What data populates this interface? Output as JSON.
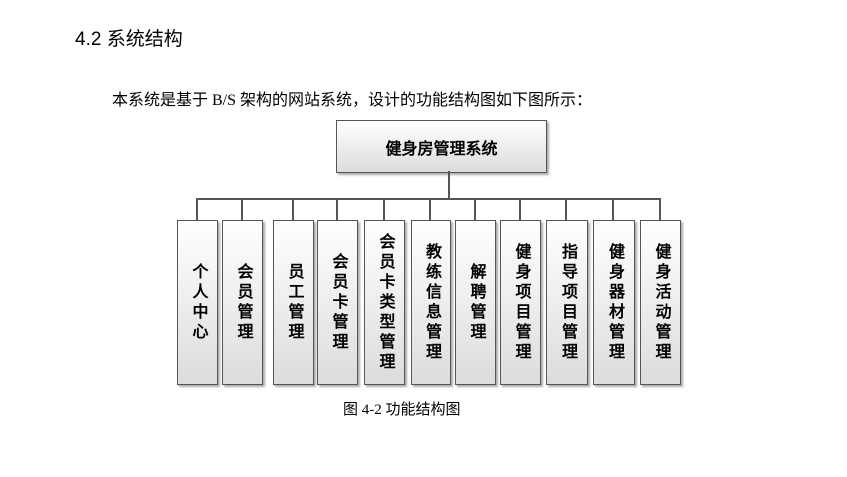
{
  "heading": "4.2 系统结构",
  "intro": "本系统是基于 B/S 架构的网站系统，设计的功能结构图如下图所示：",
  "diagram": {
    "root": "健身房管理系统",
    "children": [
      "个人中心",
      "会员管理",
      "员工管理",
      "会员卡管理",
      "会员卡类型管理",
      "教练信息管理",
      "解聘管理",
      "健身项目管理",
      "指导项目管理",
      "健身器材管理",
      "健身活动管理"
    ]
  },
  "caption": "图 4-2 功能结构图"
}
